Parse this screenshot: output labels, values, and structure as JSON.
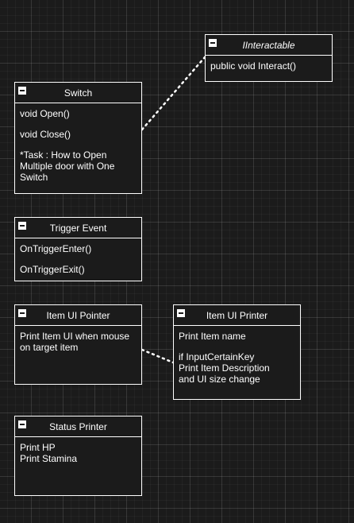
{
  "colors": {
    "background": "#1b1b1b",
    "grid": "#2a2a2a",
    "stroke": "#ffffff",
    "text": "#ffffff"
  },
  "diagram": {
    "classes": {
      "iinteractable": {
        "title": "IInteractable",
        "members": [
          "public void Interact()"
        ]
      },
      "switch": {
        "title": "Switch",
        "members": [
          "void Open()",
          "void Close()",
          "*Task : How to Open",
          "Multiple door with One",
          "Switch"
        ]
      },
      "trigger_event": {
        "title": "Trigger Event",
        "members": [
          "OnTriggerEnter()",
          "OnTriggerExit()"
        ]
      },
      "item_ui_pointer": {
        "title": "Item UI Pointer",
        "members": [
          "Print Item UI when mouse",
          "on target item"
        ]
      },
      "item_ui_printer": {
        "title": "Item UI Printer",
        "members": [
          "Print Item name",
          "if InputCertainKey",
          "Print Item Description",
          "and UI size change"
        ]
      },
      "status_printer": {
        "title": "Status Printer",
        "members": [
          "Print HP",
          "Print Stamina"
        ]
      }
    },
    "connectors": [
      {
        "from": "switch",
        "to": "iinteractable",
        "style": "dotted"
      },
      {
        "from": "item_ui_pointer",
        "to": "item_ui_printer",
        "style": "dotted"
      }
    ],
    "icons": [
      "collapse-icon"
    ]
  }
}
